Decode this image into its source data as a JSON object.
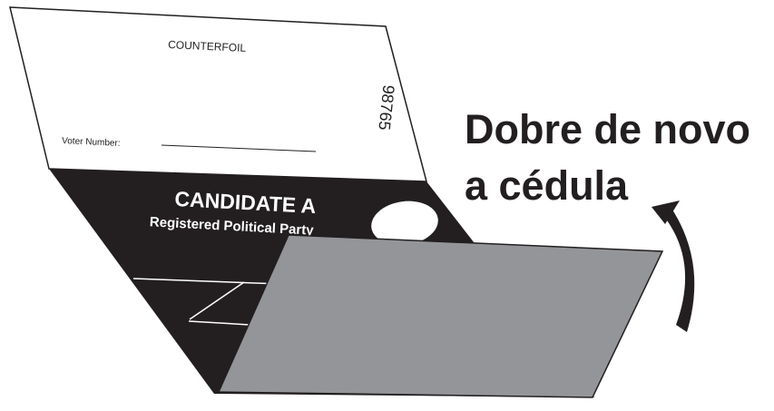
{
  "counterfoil": {
    "title": "COUNTERFOIL",
    "voter_number_label": "Voter Number:",
    "serial_number": "98765"
  },
  "ballot": {
    "candidate_name": "CANDIDATE A",
    "party_name": "Registered Political Party"
  },
  "instruction": {
    "line1": "Dobre de novo",
    "line2": "a cédula"
  },
  "colors": {
    "ballot_black": "#231f20",
    "folded_flap_gray": "#939598",
    "paper_white": "#ffffff",
    "text_dark": "#231f20"
  },
  "icons": {
    "fold_arrow": "curved-arrow-up"
  }
}
